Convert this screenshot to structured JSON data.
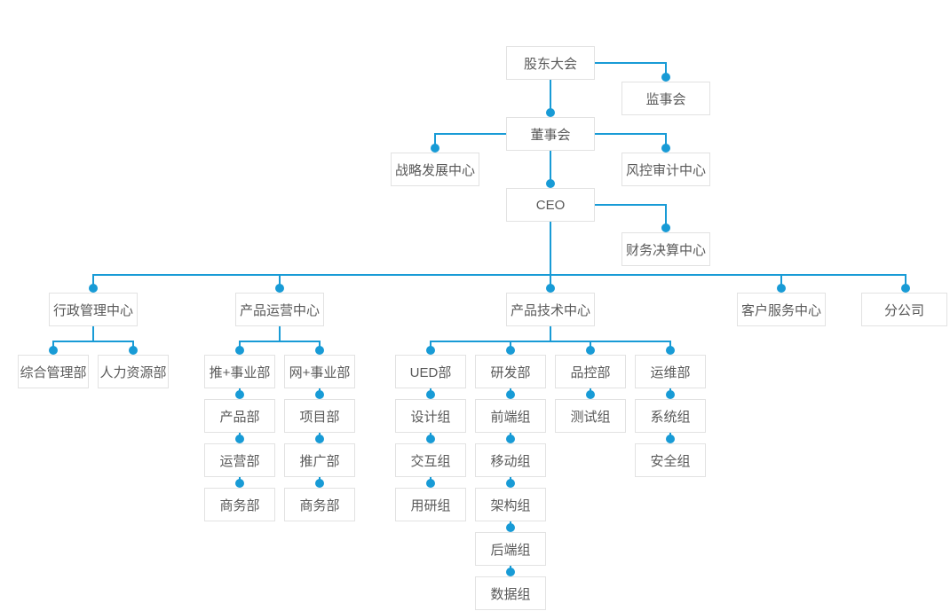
{
  "org": {
    "nodes": {
      "shareholders": {
        "label": "股东大会"
      },
      "supervisory": {
        "label": "监事会"
      },
      "board": {
        "label": "董事会"
      },
      "strategy": {
        "label": "战略发展中心"
      },
      "risk_audit": {
        "label": "风控审计中心"
      },
      "ceo": {
        "label": "CEO"
      },
      "finance": {
        "label": "财务决算中心"
      },
      "admin_center": {
        "label": "行政管理中心"
      },
      "ops_center": {
        "label": "产品运营中心"
      },
      "tech_center": {
        "label": "产品技术中心"
      },
      "service_center": {
        "label": "客户服务中心"
      },
      "branch_company": {
        "label": "分公司"
      },
      "general_admin": {
        "label": "综合管理部"
      },
      "hr": {
        "label": "人力资源部"
      },
      "tui_division": {
        "label": "推+事业部"
      },
      "wang_division": {
        "label": "网+事业部"
      },
      "product_dept": {
        "label": "产品部"
      },
      "project_dept": {
        "label": "项目部"
      },
      "operation_dept": {
        "label": "运营部"
      },
      "promotion_dept": {
        "label": "推广部"
      },
      "business_dept_tui": {
        "label": "商务部"
      },
      "business_dept_wang": {
        "label": "商务部"
      },
      "ued_dept": {
        "label": "UED部"
      },
      "rd_dept": {
        "label": "研发部"
      },
      "qc_dept": {
        "label": "品控部"
      },
      "om_dept": {
        "label": "运维部"
      },
      "design_group": {
        "label": "设计组"
      },
      "frontend_group": {
        "label": "前端组"
      },
      "testing_group": {
        "label": "测试组"
      },
      "system_group": {
        "label": "系统组"
      },
      "interaction_group": {
        "label": "交互组"
      },
      "mobile_group": {
        "label": "移动组"
      },
      "security_group": {
        "label": "安全组"
      },
      "user_research_group": {
        "label": "用研组"
      },
      "architecture_group": {
        "label": "架构组"
      },
      "backend_group": {
        "label": "后端组"
      },
      "data_group": {
        "label": "数据组"
      }
    },
    "edges": [
      [
        "shareholders",
        "supervisory"
      ],
      [
        "shareholders",
        "board"
      ],
      [
        "board",
        "strategy"
      ],
      [
        "board",
        "risk_audit"
      ],
      [
        "board",
        "ceo"
      ],
      [
        "ceo",
        "finance"
      ],
      [
        "ceo",
        "admin_center"
      ],
      [
        "ceo",
        "ops_center"
      ],
      [
        "ceo",
        "tech_center"
      ],
      [
        "ceo",
        "service_center"
      ],
      [
        "ceo",
        "branch_company"
      ],
      [
        "admin_center",
        "general_admin"
      ],
      [
        "admin_center",
        "hr"
      ],
      [
        "ops_center",
        "tui_division"
      ],
      [
        "ops_center",
        "wang_division"
      ],
      [
        "tui_division",
        "product_dept"
      ],
      [
        "product_dept",
        "operation_dept"
      ],
      [
        "operation_dept",
        "business_dept_tui"
      ],
      [
        "wang_division",
        "project_dept"
      ],
      [
        "project_dept",
        "promotion_dept"
      ],
      [
        "promotion_dept",
        "business_dept_wang"
      ],
      [
        "tech_center",
        "ued_dept"
      ],
      [
        "tech_center",
        "rd_dept"
      ],
      [
        "tech_center",
        "qc_dept"
      ],
      [
        "tech_center",
        "om_dept"
      ],
      [
        "ued_dept",
        "design_group"
      ],
      [
        "design_group",
        "interaction_group"
      ],
      [
        "interaction_group",
        "user_research_group"
      ],
      [
        "rd_dept",
        "frontend_group"
      ],
      [
        "frontend_group",
        "mobile_group"
      ],
      [
        "mobile_group",
        "architecture_group"
      ],
      [
        "architecture_group",
        "backend_group"
      ],
      [
        "backend_group",
        "data_group"
      ],
      [
        "qc_dept",
        "testing_group"
      ],
      [
        "om_dept",
        "system_group"
      ],
      [
        "system_group",
        "security_group"
      ]
    ],
    "colors": {
      "connector": "#189bd6",
      "node_border": "#e2e2e2",
      "node_text": "#595959",
      "background": "#ffffff"
    }
  }
}
